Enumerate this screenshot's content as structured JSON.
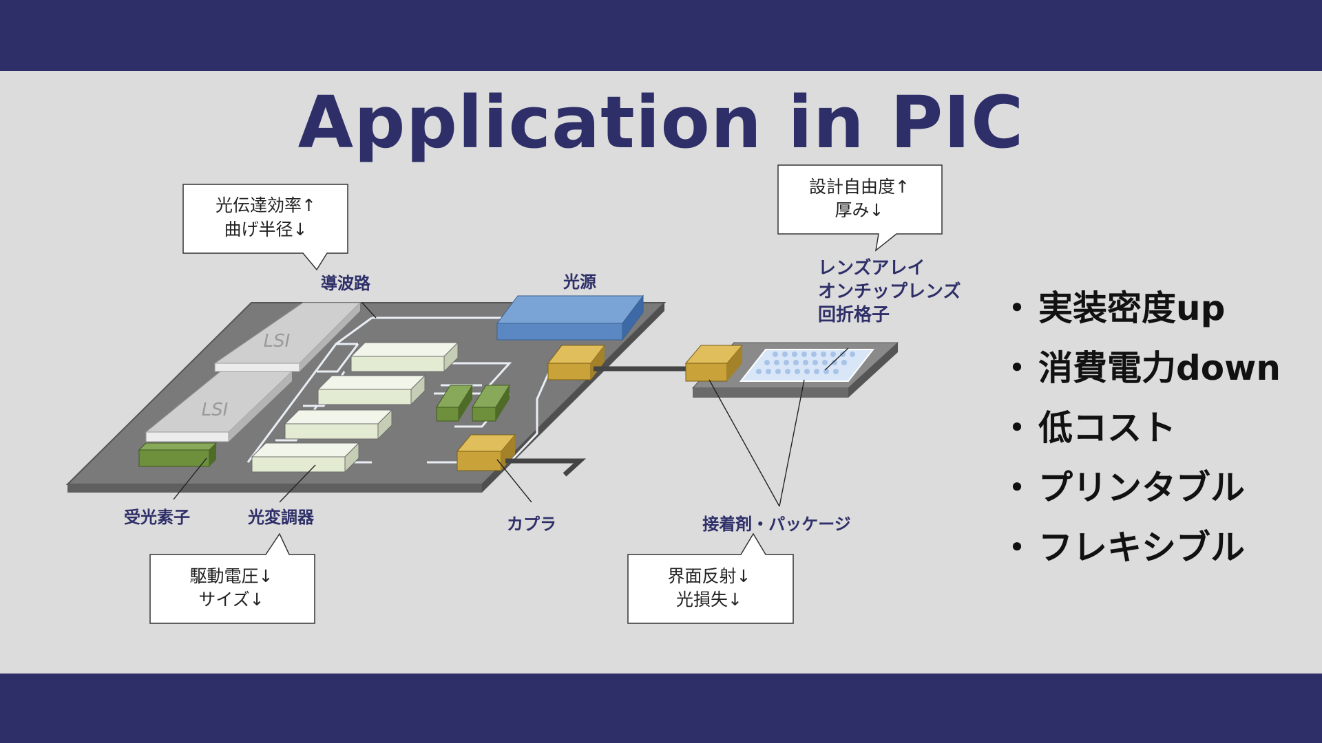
{
  "header": {
    "title": "Application in PIC"
  },
  "colors": {
    "band": "#2e2f68",
    "background": "#dcdcdc",
    "board": "#7a7a7a",
    "lsi": "#c8c8c8",
    "block": "#e7efd9",
    "green": "#6e8f3c",
    "gold": "#c9a33a",
    "blue": "#5b88c2"
  },
  "diagram": {
    "lsi_1": "LSI",
    "lsi_2": "LSI",
    "labels": {
      "waveguide": "導波路",
      "light_source": "光源",
      "lens": [
        "レンズアレイ",
        "オンチップレンズ",
        "回折格子"
      ],
      "photodetector": "受光素子",
      "modulator": "光変調器",
      "coupler": "カプラ",
      "adhesive": "接着剤・パッケージ"
    },
    "callouts": {
      "waveguide": [
        "光伝達効率↑",
        "曲げ半径↓"
      ],
      "lens": [
        "設計自由度↑",
        "厚み↓"
      ],
      "modulator": [
        "駆動電圧↓",
        "サイズ↓"
      ],
      "adhesive": [
        "界面反射↓",
        "光損失↓"
      ]
    }
  },
  "bullets": {
    "marker": "・",
    "items": [
      "実装密度up",
      "消費電力down",
      "低コスト",
      "プリンタブル",
      "フレキシブル"
    ]
  }
}
